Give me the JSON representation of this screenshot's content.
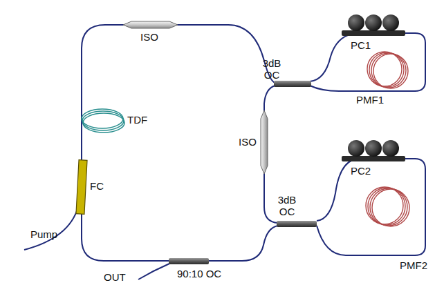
{
  "diagram": {
    "labels": [
      "ISO",
      "TDF",
      "FC",
      "Pump",
      "3dB OC",
      "ISO",
      "PC1",
      "PMF1",
      "3dB OC",
      "PC2",
      "PMF2",
      "90:10 OC",
      "OUT"
    ]
  }
}
